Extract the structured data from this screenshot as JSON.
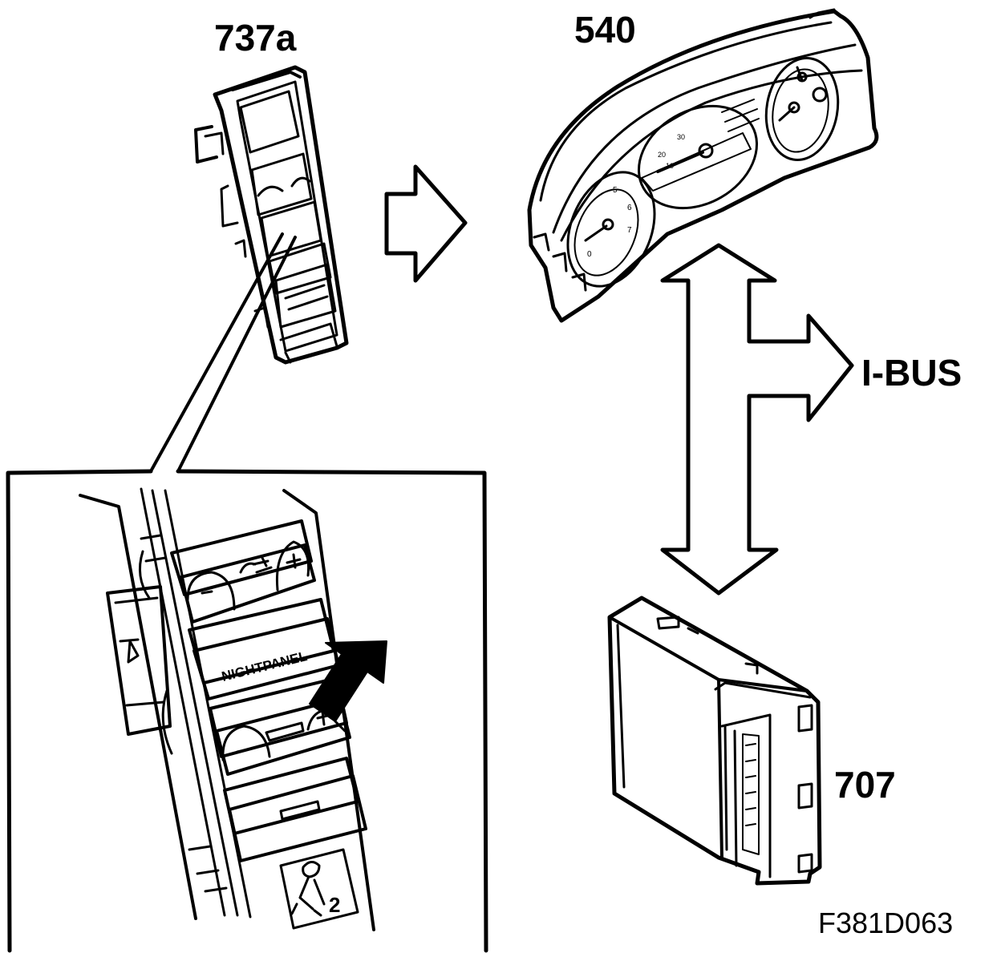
{
  "labels": {
    "switch_unit": "737a",
    "instrument_cluster": "540",
    "bus": "I-BUS",
    "control_module": "707",
    "figure_id": "F381D063"
  },
  "detail": {
    "nightpanel_button": "NIGHTPANEL",
    "seat_icon_number": "2"
  },
  "colors": {
    "line": "#000000",
    "background": "#ffffff"
  }
}
